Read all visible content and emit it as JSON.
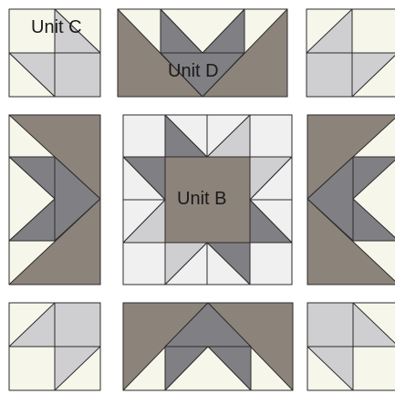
{
  "labels": {
    "unit_c": "Unit C",
    "unit_d": "Unit D",
    "unit_b": "Unit B"
  },
  "colors": {
    "cream": "#f7f6ea",
    "taupe": "#8c837b",
    "dark_gray": "#807f84",
    "light_gray": "#cfcfd1",
    "near_white": "#f0f0f0",
    "outline": "#2b2b2b"
  }
}
